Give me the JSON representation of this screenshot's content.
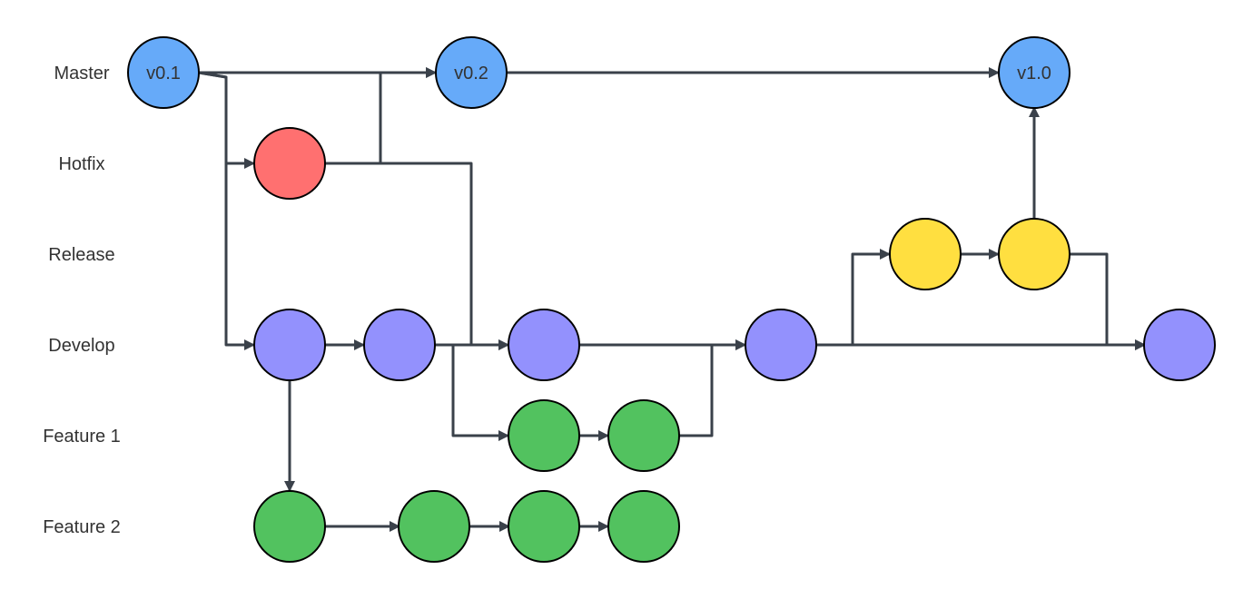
{
  "lanes": [
    {
      "id": "master",
      "label": "Master"
    },
    {
      "id": "hotfix",
      "label": "Hotfix"
    },
    {
      "id": "release",
      "label": "Release"
    },
    {
      "id": "develop",
      "label": "Develop"
    },
    {
      "id": "feature1",
      "label": "Feature 1"
    },
    {
      "id": "feature2",
      "label": "Feature 2"
    }
  ],
  "colors": {
    "master": "#66aaf9",
    "hotfix": "#ff7070",
    "release": "#ffdf40",
    "develop": "#9391fd",
    "feature": "#52c25f",
    "edge": "#3a414a"
  },
  "nodes": [
    {
      "id": "m1",
      "lane": "master",
      "label": "v0.1",
      "color": "master"
    },
    {
      "id": "m2",
      "lane": "master",
      "label": "v0.2",
      "color": "master"
    },
    {
      "id": "m3",
      "lane": "master",
      "label": "v1.0",
      "color": "master"
    },
    {
      "id": "h1",
      "lane": "hotfix",
      "label": "",
      "color": "hotfix"
    },
    {
      "id": "r1",
      "lane": "release",
      "label": "",
      "color": "release"
    },
    {
      "id": "r2",
      "lane": "release",
      "label": "",
      "color": "release"
    },
    {
      "id": "d1",
      "lane": "develop",
      "label": "",
      "color": "develop"
    },
    {
      "id": "d2",
      "lane": "develop",
      "label": "",
      "color": "develop"
    },
    {
      "id": "d3",
      "lane": "develop",
      "label": "",
      "color": "develop"
    },
    {
      "id": "d4",
      "lane": "develop",
      "label": "",
      "color": "develop"
    },
    {
      "id": "d5",
      "lane": "develop",
      "label": "",
      "color": "develop"
    },
    {
      "id": "f1a",
      "lane": "feature1",
      "label": "",
      "color": "feature"
    },
    {
      "id": "f1b",
      "lane": "feature1",
      "label": "",
      "color": "feature"
    },
    {
      "id": "f2a",
      "lane": "feature2",
      "label": "",
      "color": "feature"
    },
    {
      "id": "f2b",
      "lane": "feature2",
      "label": "",
      "color": "feature"
    },
    {
      "id": "f2c",
      "lane": "feature2",
      "label": "",
      "color": "feature"
    },
    {
      "id": "f2d",
      "lane": "feature2",
      "label": "",
      "color": "feature"
    }
  ],
  "edges": [
    {
      "from": "m1",
      "to": "m2"
    },
    {
      "from": "m2",
      "to": "m3"
    },
    {
      "from": "m1",
      "to": "h1"
    },
    {
      "from": "m1",
      "to": "d1"
    },
    {
      "from": "h1",
      "to": "m2"
    },
    {
      "from": "h1",
      "to": "d3"
    },
    {
      "from": "d1",
      "to": "d2"
    },
    {
      "from": "d2",
      "to": "d3"
    },
    {
      "from": "d1",
      "to": "f2a"
    },
    {
      "from": "d2",
      "to": "f1a"
    },
    {
      "from": "f1a",
      "to": "f1b"
    },
    {
      "from": "f1b",
      "to": "d4"
    },
    {
      "from": "d3",
      "to": "d4"
    },
    {
      "from": "d4",
      "to": "r1"
    },
    {
      "from": "r1",
      "to": "r2"
    },
    {
      "from": "r2",
      "to": "m3"
    },
    {
      "from": "r2",
      "to": "d5"
    },
    {
      "from": "d4",
      "to": "d5"
    },
    {
      "from": "f2a",
      "to": "f2b"
    },
    {
      "from": "f2b",
      "to": "f2c"
    },
    {
      "from": "f2c",
      "to": "f2d"
    }
  ]
}
